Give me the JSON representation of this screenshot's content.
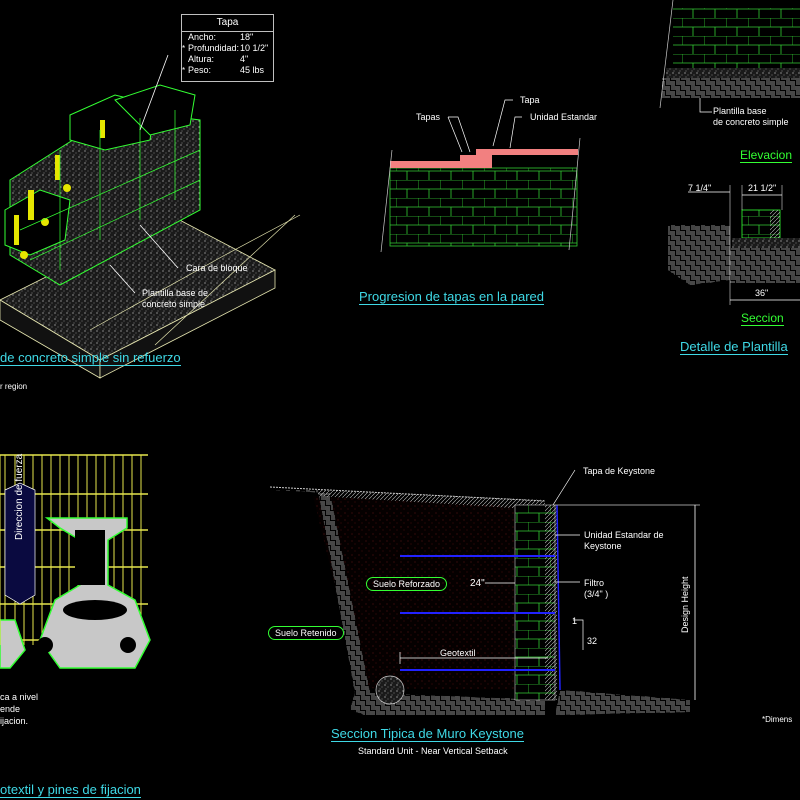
{
  "drawing": {
    "background": "#000000",
    "colors": {
      "title": "#3fd9e6",
      "view_label": "#33ff33",
      "linework": "#33ff33",
      "grid": "#e6e64d",
      "cap_fill": "#f28080",
      "geotextile": "#1a1aff",
      "text": "#ffffff"
    }
  },
  "tapa_table": {
    "header": "Tapa",
    "rows": [
      {
        "marker": "",
        "key": "Ancho:",
        "value": "18\""
      },
      {
        "marker": "*",
        "key": "Profundidad:",
        "value": "10 1/2\""
      },
      {
        "marker": "",
        "key": "Altura:",
        "value": "4\""
      },
      {
        "marker": "*",
        "key": "Peso:",
        "value": "45 lbs"
      }
    ]
  },
  "iso_view": {
    "labels": {
      "cara": "Cara de bloque",
      "plantilla_1": "Plantilla base de",
      "plantilla_2": "concreto simple"
    },
    "title": "de concreto simple sin refuerzo",
    "note": "r region"
  },
  "progression_view": {
    "labels": {
      "tapas": "Tapas",
      "tapa": "Tapa",
      "unidad": "Unidad Estandar"
    },
    "title": "Progresion de tapas en la pared"
  },
  "plantilla_detail": {
    "label_1": "Plantilla base",
    "label_2": "de concreto simple",
    "elevation_label": "Elevacion",
    "dims": {
      "left": "7 1/4\"",
      "top": "21 1/2\"",
      "bottom": "36\""
    },
    "section_label": "Seccion",
    "title": "Detalle de Plantilla"
  },
  "geogrid_view": {
    "force_label": "Direccion de fuerza",
    "note_lines": [
      "ca a nivel",
      "ende",
      "ijacion."
    ],
    "title": "otextil y pines de fijacion"
  },
  "section_view": {
    "labels": {
      "tapa_keystone": "Tapa de Keystone",
      "unidad_1": "Unidad Estandar de",
      "unidad_2": "Keystone",
      "filtro_1": "Filtro",
      "filtro_2": "(3/4\" )",
      "suelo_reforzado": "Suelo Reforzado",
      "suelo_retenido": "Suelo Retenido",
      "dim_24": "24\"",
      "geotextil": "Geotextil",
      "slope_1": "1",
      "slope_32": "32",
      "design_height": "Design Height"
    },
    "title": "Seccion Tipica de Muro Keystone",
    "subtitle": "Standard Unit - Near Vertical Setback"
  },
  "footnote": "*Dimens"
}
